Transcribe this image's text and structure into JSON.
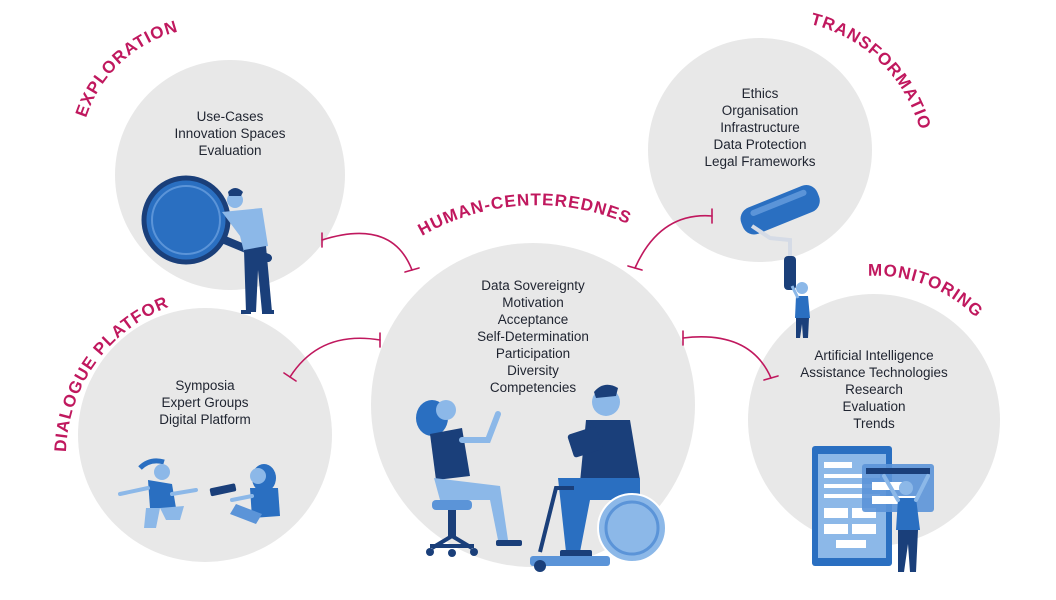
{
  "colors": {
    "circle_fill": "#e8e8e8",
    "accent": "#c0185e",
    "blue_dark": "#1a3f7a",
    "blue_mid": "#2a6fc1",
    "blue_light": "#8cb8e8",
    "text": "#1f2430"
  },
  "sections": {
    "exploration": {
      "title": "EXPLORATION",
      "items": [
        "Use-Cases",
        "Innovation Spaces",
        "Evaluation"
      ],
      "illustration": "magnifier-person-icon"
    },
    "transformation": {
      "title": "TRANSFORMATION",
      "items": [
        "Ethics",
        "Organisation",
        "Infrastructure",
        "Data Protection",
        "Legal Frameworks"
      ],
      "illustration": "paint-roller-person-icon"
    },
    "human_centeredness": {
      "title": "HUMAN-CENTEREDNESS",
      "items": [
        "Data Sovereignty",
        "Motivation",
        "Acceptance",
        "Self-Determination",
        "Participation",
        "Diversity",
        "Competencies"
      ],
      "illustration": "two-people-conversation-icon"
    },
    "dialogue_platform": {
      "title": "DIALOGUE PLATFORM",
      "items": [
        "Symposia",
        "Expert Groups",
        "Digital Platform"
      ],
      "illustration": "people-exchange-icon"
    },
    "monitoring": {
      "title": "MONITORING",
      "items": [
        "Artificial Intelligence",
        "Assistance Technologies",
        "Research",
        "Evaluation",
        "Trends"
      ],
      "illustration": "dashboard-person-icon"
    }
  }
}
